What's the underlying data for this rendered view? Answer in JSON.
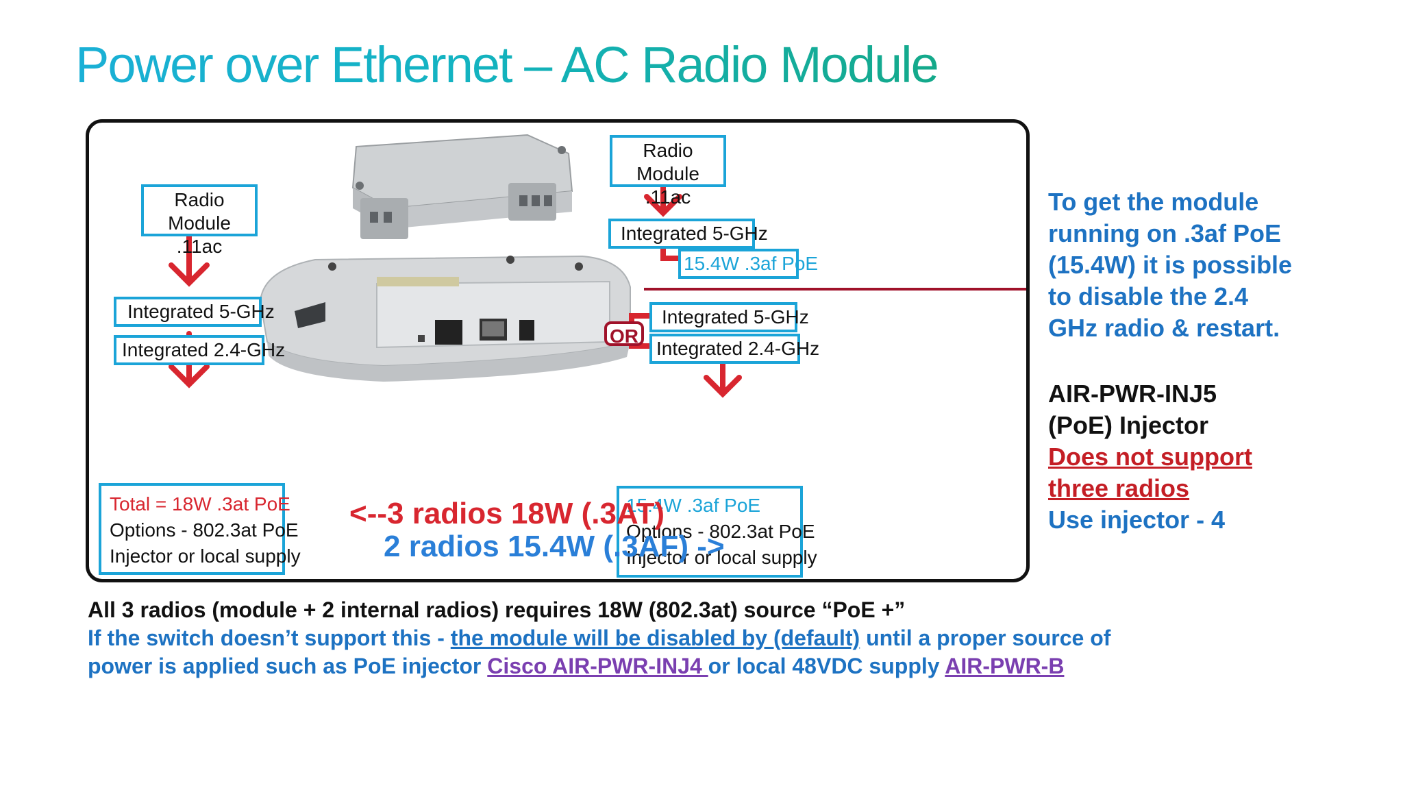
{
  "title": "Power over Ethernet – AC Radio Module",
  "diagram": {
    "left_module": "Radio Module\n.11ac",
    "left_5ghz": "Integrated  5-GHz",
    "left_24ghz": "Integrated 2.4-GHz",
    "left_total": "Total = 18W .3at PoE",
    "left_options": "Options - 802.3at PoE",
    "left_injector": "Injector or local supply",
    "right_module": "Radio Module\n.11ac",
    "right_5ghz_top": "Integrated  5-GHz",
    "right_af": "15.4W .3af PoE",
    "or": "OR",
    "right_5ghz": "Integrated  5-GHz",
    "right_24ghz": "Integrated 2.4-GHz",
    "right_total": "15.4W .3af PoE",
    "right_options": "Options - 802.3at PoE",
    "right_injector": "Injector or local supply",
    "radios3": "<--3 radios 18W    (.3AT)",
    "radios2": "2 radios 15.4W (.3AF) ->"
  },
  "side": {
    "p1": [
      "To get the module",
      "running on .3af PoE",
      "(15.4W) it is possible",
      "to disable the 2.4",
      "GHz radio & restart."
    ],
    "p2a": "AIR-PWR-INJ5",
    "p2b": "(PoE) Injector",
    "p2c": "Does not support",
    "p2d": "three radios",
    "p2e": "Use injector - 4"
  },
  "bottom": {
    "line1": "All 3 radios (module + 2 internal radios) requires 18W (802.3at) source “PoE +”",
    "line2a": "If the switch doesn’t support this - ",
    "line2b": "the module will be disabled by (default)",
    "line2c": " until a proper source of",
    "line3a": "power is applied such as PoE injector ",
    "line3b": "Cisco AIR-PWR-INJ4 ",
    "line3c": "or local 48VDC supply ",
    "line3d": "AIR-PWR-B"
  },
  "colors": {
    "title_start": "#1ab0d6",
    "title_end": "#14a98a",
    "box_border": "#1ba4d8",
    "arrow_red": "#d8262f",
    "text_blue": "#1d72c2",
    "link_purple": "#7a3fb0"
  }
}
